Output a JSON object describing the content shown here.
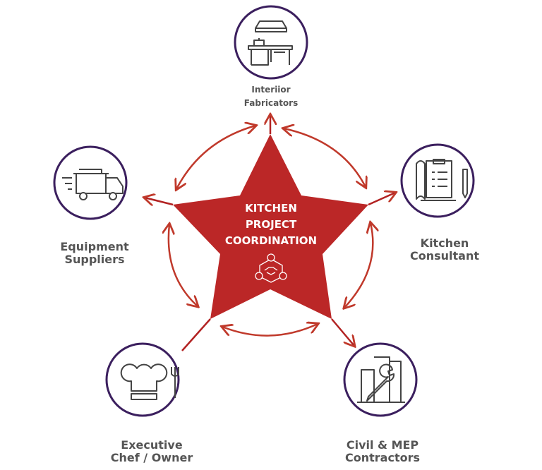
{
  "center": {
    "lines": [
      "KITCHEN",
      "PROJECT",
      "COORDINATION"
    ],
    "icon": "handshake-network-icon"
  },
  "nodes": [
    {
      "id": "interior",
      "lines": [
        "Interiior",
        "Fabricators"
      ],
      "icon": "kitchen-hood-counter-icon"
    },
    {
      "id": "consultant",
      "lines": [
        "Kitchen",
        "Consultant"
      ],
      "icon": "clipboard-blueprint-icon"
    },
    {
      "id": "contractors",
      "lines": [
        "Civil & MEP",
        "Contractors"
      ],
      "icon": "building-wrench-icon"
    },
    {
      "id": "chef",
      "lines": [
        "Executive",
        "Chef / Owner"
      ],
      "icon": "chef-hat-fork-icon"
    },
    {
      "id": "suppliers",
      "lines": [
        "Equipment",
        "Suppliers"
      ],
      "icon": "delivery-truck-icon"
    }
  ],
  "colors": {
    "star": "#bb2727",
    "arrow": "#c0392b",
    "circle": "#3b1f5e",
    "icon": "#444444",
    "label": "#555555"
  }
}
